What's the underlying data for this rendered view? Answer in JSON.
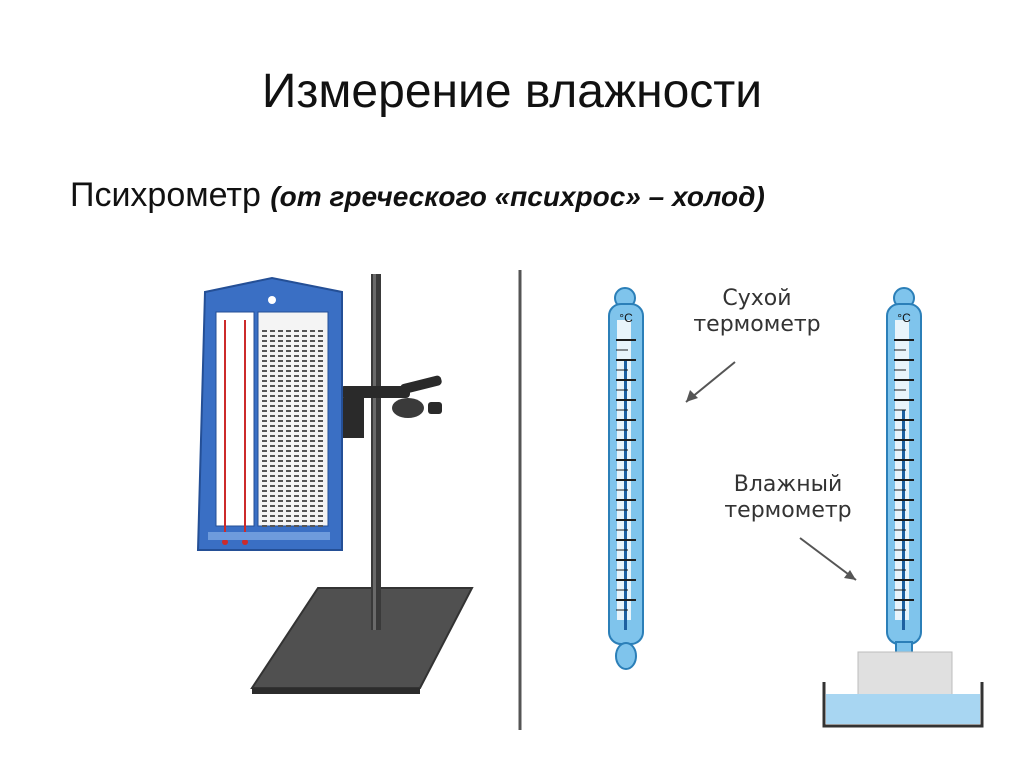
{
  "slide": {
    "title": "Измерение влажности",
    "subtitle_main": "Психрометр",
    "subtitle_etymology": "(от греческого «психрос» – холод)"
  },
  "figure": {
    "dry_thermometer_label_line1": "Сухой",
    "dry_thermometer_label_line2": "термометр",
    "wet_thermometer_label_line1": "Влажный",
    "wet_thermometer_label_line2": "термометр",
    "scale_unit": "°C",
    "colors": {
      "device_blue": "#3a6fc4",
      "thermometer_blue": "#7fc4ec",
      "water": "#a8d6f2",
      "stand_gray": "#4a4a4a"
    }
  }
}
